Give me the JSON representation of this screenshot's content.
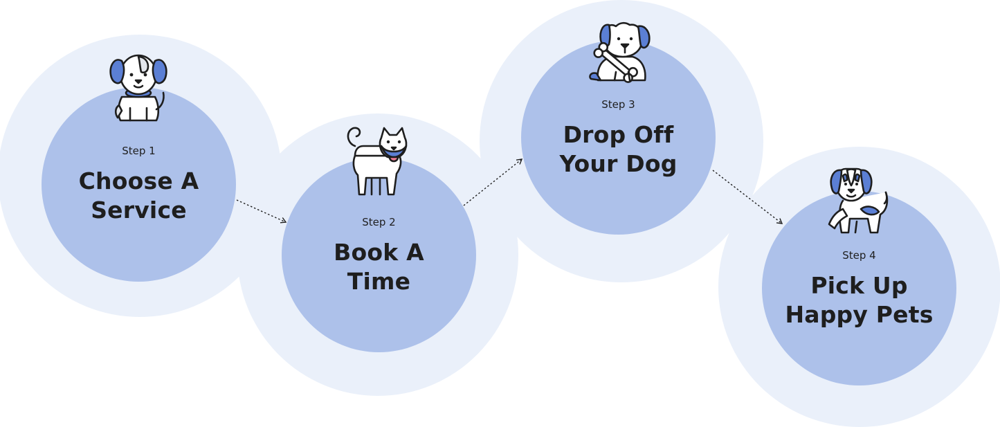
{
  "colors": {
    "outer_circle": "#eaf0fa",
    "inner_circle": "#adc1ea",
    "accent": "#5b7fd4",
    "text": "#1e1e1e",
    "tongue": "#f07c96"
  },
  "steps": [
    {
      "label": "Step 1",
      "title_lines": [
        "Choose A",
        "Service"
      ],
      "icon": "spotted-puppy-icon"
    },
    {
      "label": "Step 2",
      "title_lines": [
        "Book A",
        "Time"
      ],
      "icon": "husky-dog-icon"
    },
    {
      "label": "Step 3",
      "title_lines": [
        "Drop Off",
        "Your Dog"
      ],
      "icon": "dog-with-bone-icon"
    },
    {
      "label": "Step 4",
      "title_lines": [
        "Pick Up",
        "Happy Pets"
      ],
      "icon": "beagle-dog-icon"
    }
  ],
  "connectors": [
    "dotted-arrow",
    "dotted-arrow",
    "dotted-arrow"
  ]
}
